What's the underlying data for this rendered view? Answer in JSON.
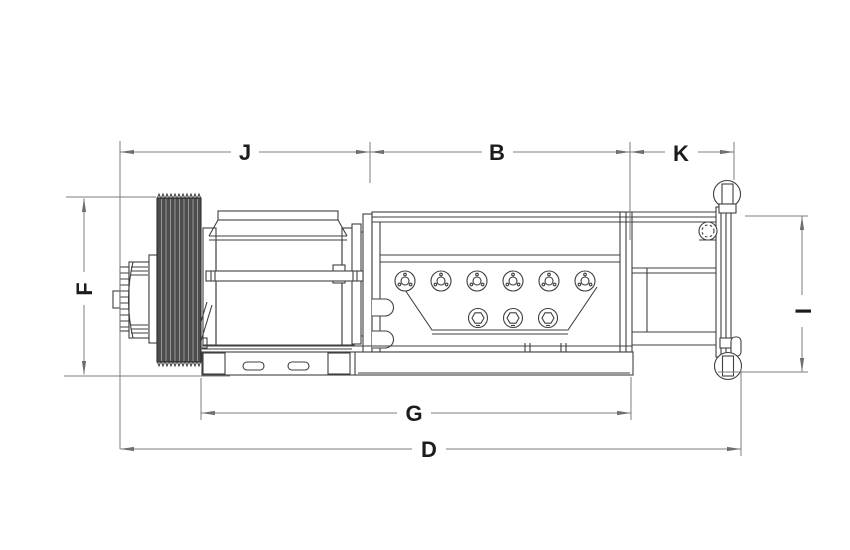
{
  "dimensions": {
    "top": [
      "J",
      "B",
      "K"
    ],
    "bottom": [
      "G",
      "D"
    ],
    "left": [
      "F"
    ],
    "right": [
      "I"
    ]
  },
  "labels": {
    "J": "J",
    "B": "B",
    "K": "K",
    "F": "F",
    "I": "I",
    "G": "G",
    "D": "D"
  },
  "colors": {
    "background": "#ffffff",
    "drawing_line": "#3f3f3f",
    "dimension_line": "#7d7d7d",
    "arrowhead": "#6e6e6e",
    "pulley_fill": "#4d4d4d",
    "pulley_rib": "#969696",
    "label_text": "#1c1c1c"
  }
}
